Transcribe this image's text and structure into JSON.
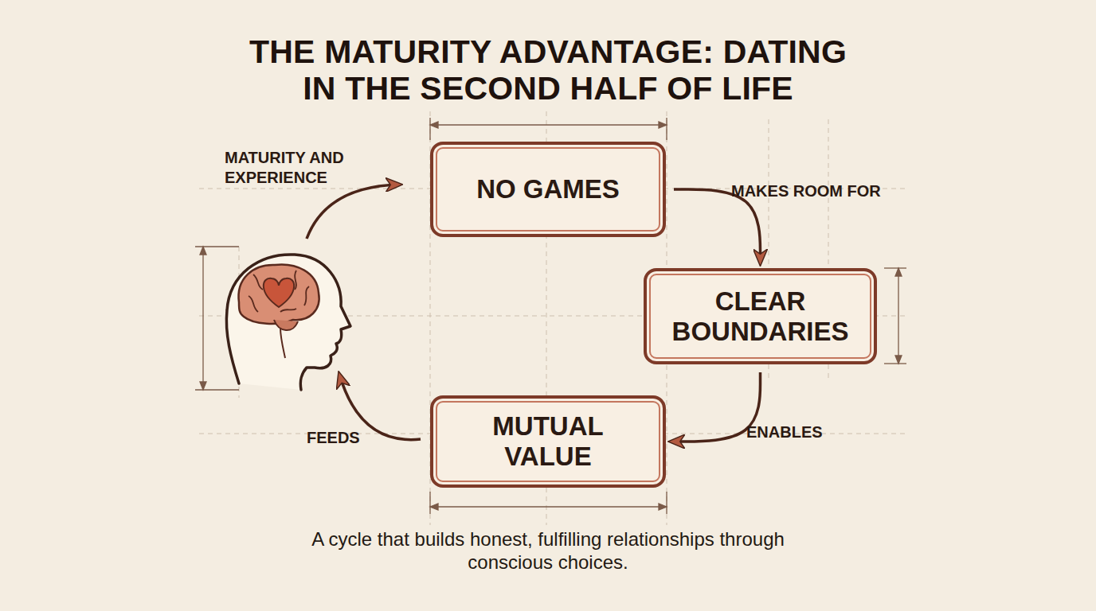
{
  "diagram": {
    "title": "THE MATURITY ADVANTAGE: DATING IN THE SECOND HALF OF LIFE",
    "caption": "A cycle that builds honest, fulfilling relationships through conscious choices.",
    "nodes": [
      {
        "text": [
          "NO GAMES"
        ]
      },
      {
        "text": [
          "CLEAR BOUNDARIES"
        ]
      },
      {
        "text": [
          "MUTUAL VALUE"
        ]
      }
    ],
    "edges": [
      {
        "from": 0,
        "to": 1,
        "arrow": "to",
        "label": "MAKES ROOM FOR"
      },
      {
        "from": 1,
        "to": 2,
        "arrow": "to",
        "label": "ENABLES"
      }
    ],
    "labels": [
      "MATURITY AND EXPERIENCE",
      "FEEDS"
    ]
  }
}
